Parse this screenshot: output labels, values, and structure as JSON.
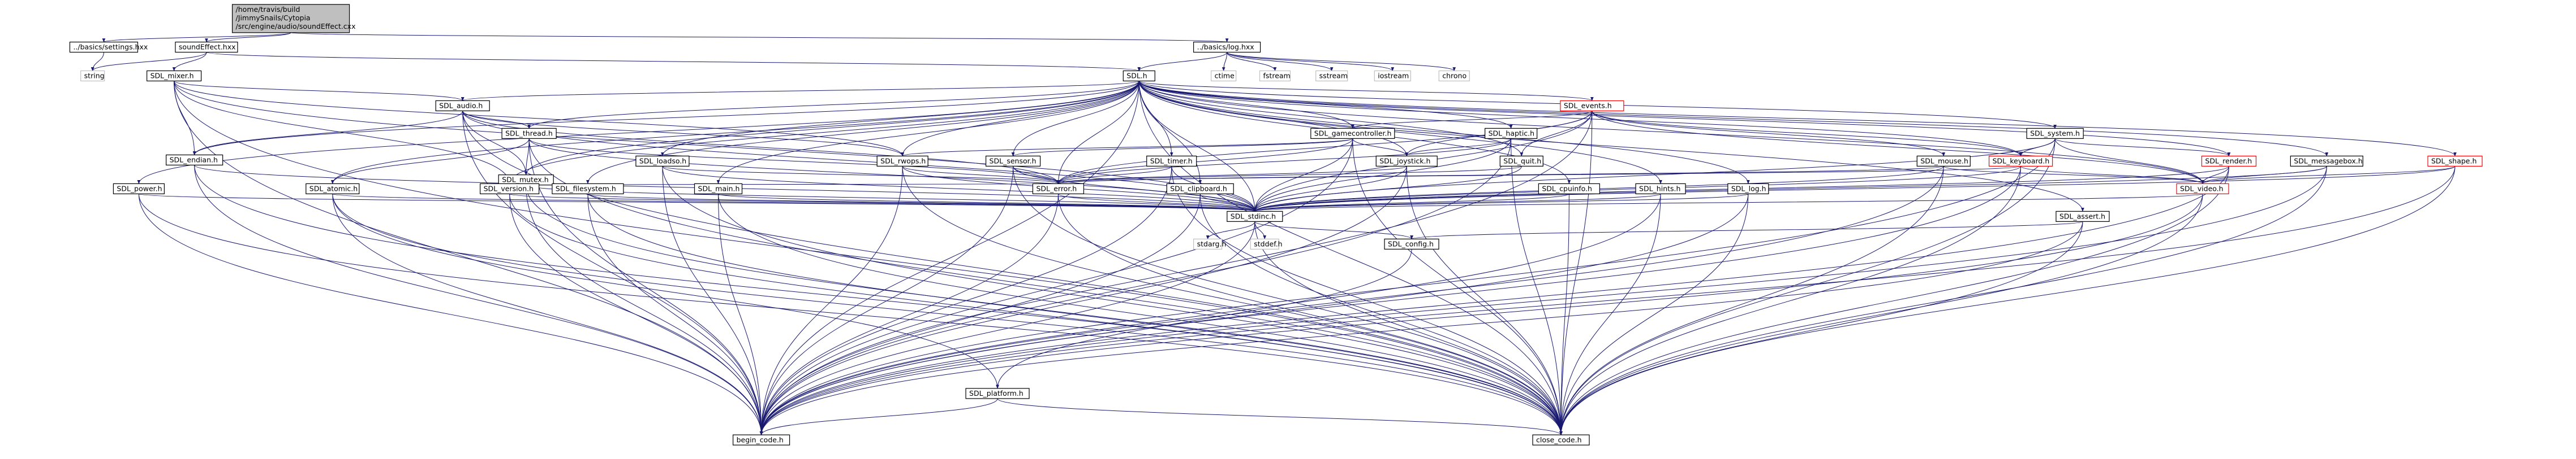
{
  "colors": {
    "edge": "#191970",
    "root_fill": "#bfbfbf",
    "node_border": "#000000",
    "truncated_border": "#ff0000",
    "external_border": "#bfbfbf"
  },
  "nodes": {
    "root": {
      "label": "/home/travis/build/JimmySnails/Cytopia/src/engine/audio/soundEffect.cxx",
      "lines": [
        "/home/travis/build",
        "/JimmySnails/Cytopia",
        "/src/engine/audio/soundEffect.cxx"
      ],
      "kind": "root"
    },
    "settings_hxx": {
      "label": "../basics/settings.hxx",
      "kind": "file"
    },
    "soundeffect_hxx": {
      "label": "soundEffect.hxx",
      "kind": "file"
    },
    "log_hxx": {
      "label": "../basics/log.hxx",
      "kind": "file"
    },
    "string": {
      "label": "string",
      "kind": "external"
    },
    "sdl_mixer": {
      "label": "SDL_mixer.h",
      "kind": "file"
    },
    "sdl_h": {
      "label": "SDL.h",
      "kind": "file"
    },
    "ctime": {
      "label": "ctime",
      "kind": "external"
    },
    "fstream": {
      "label": "fstream",
      "kind": "external"
    },
    "sstream": {
      "label": "sstream",
      "kind": "external"
    },
    "iostream": {
      "label": "iostream",
      "kind": "external"
    },
    "chrono": {
      "label": "chrono",
      "kind": "external"
    },
    "sdl_audio": {
      "label": "SDL_audio.h",
      "kind": "file"
    },
    "sdl_endian": {
      "label": "SDL_endian.h",
      "kind": "file"
    },
    "sdl_thread": {
      "label": "SDL_thread.h",
      "kind": "file"
    },
    "sdl_mutex": {
      "label": "SDL_mutex.h",
      "kind": "file"
    },
    "sdl_atomic": {
      "label": "SDL_atomic.h",
      "kind": "file"
    },
    "sdl_power": {
      "label": "SDL_power.h",
      "kind": "file"
    },
    "sdl_version": {
      "label": "SDL_version.h",
      "kind": "file"
    },
    "sdl_filesystem": {
      "label": "SDL_filesystem.h",
      "kind": "file"
    },
    "sdl_loadso": {
      "label": "SDL_loadso.h",
      "kind": "file"
    },
    "sdl_main": {
      "label": "SDL_main.h",
      "kind": "file"
    },
    "sdl_rwops": {
      "label": "SDL_rwops.h",
      "kind": "file"
    },
    "sdl_sensor": {
      "label": "SDL_sensor.h",
      "kind": "file"
    },
    "sdl_error": {
      "label": "SDL_error.h",
      "kind": "file"
    },
    "sdl_timer": {
      "label": "SDL_timer.h",
      "kind": "file"
    },
    "sdl_clipboard": {
      "label": "SDL_clipboard.h",
      "kind": "file"
    },
    "sdl_gamecontroller": {
      "label": "SDL_gamecontroller.h",
      "kind": "file"
    },
    "sdl_haptic": {
      "label": "SDL_haptic.h",
      "kind": "file"
    },
    "sdl_joystick": {
      "label": "SDL_joystick.h",
      "kind": "file"
    },
    "sdl_cpuinfo": {
      "label": "SDL_cpuinfo.h",
      "kind": "file"
    },
    "sdl_hints": {
      "label": "SDL_hints.h",
      "kind": "file"
    },
    "sdl_log": {
      "label": "SDL_log.h",
      "kind": "file"
    },
    "sdl_quit": {
      "label": "SDL_quit.h",
      "kind": "file"
    },
    "sdl_events": {
      "label": "SDL_events.h",
      "kind": "truncated"
    },
    "sdl_mouse": {
      "label": "SDL_mouse.h",
      "kind": "file"
    },
    "sdl_system": {
      "label": "SDL_system.h",
      "kind": "file"
    },
    "sdl_keyboard": {
      "label": "SDL_keyboard.h",
      "kind": "truncated"
    },
    "sdl_render": {
      "label": "SDL_render.h",
      "kind": "truncated"
    },
    "sdl_video": {
      "label": "SDL_video.h",
      "kind": "truncated"
    },
    "sdl_messagebox": {
      "label": "SDL_messagebox.h",
      "kind": "file"
    },
    "sdl_shape": {
      "label": "SDL_shape.h",
      "kind": "truncated"
    },
    "sdl_assert": {
      "label": "SDL_assert.h",
      "kind": "file"
    },
    "sdl_stdinc": {
      "label": "SDL_stdinc.h",
      "kind": "file"
    },
    "stdarg": {
      "label": "stdarg.h",
      "kind": "external"
    },
    "stddef": {
      "label": "stddef.h",
      "kind": "external"
    },
    "sdl_config": {
      "label": "SDL_config.h",
      "kind": "file"
    },
    "sdl_platform": {
      "label": "SDL_platform.h",
      "kind": "file"
    },
    "begin_code": {
      "label": "begin_code.h",
      "kind": "file"
    },
    "close_code": {
      "label": "close_code.h",
      "kind": "file"
    }
  },
  "edges": [
    [
      "root",
      "settings_hxx"
    ],
    [
      "root",
      "soundeffect_hxx"
    ],
    [
      "root",
      "log_hxx"
    ],
    [
      "settings_hxx",
      "string"
    ],
    [
      "soundeffect_hxx",
      "string"
    ],
    [
      "soundeffect_hxx",
      "sdl_mixer"
    ],
    [
      "soundeffect_hxx",
      "sdl_h"
    ],
    [
      "log_hxx",
      "sdl_h"
    ],
    [
      "log_hxx",
      "ctime"
    ],
    [
      "log_hxx",
      "fstream"
    ],
    [
      "log_hxx",
      "sstream"
    ],
    [
      "log_hxx",
      "iostream"
    ],
    [
      "log_hxx",
      "chrono"
    ],
    [
      "sdl_mixer",
      "sdl_audio"
    ],
    [
      "sdl_mixer",
      "sdl_endian"
    ],
    [
      "sdl_mixer",
      "sdl_rwops"
    ],
    [
      "sdl_mixer",
      "sdl_version"
    ],
    [
      "sdl_mixer",
      "sdl_stdinc"
    ],
    [
      "sdl_mixer",
      "begin_code"
    ],
    [
      "sdl_mixer",
      "close_code"
    ],
    [
      "sdl_h",
      "sdl_audio"
    ],
    [
      "sdl_h",
      "sdl_endian"
    ],
    [
      "sdl_h",
      "sdl_thread"
    ],
    [
      "sdl_h",
      "sdl_mutex"
    ],
    [
      "sdl_h",
      "sdl_atomic"
    ],
    [
      "sdl_h",
      "sdl_power"
    ],
    [
      "sdl_h",
      "sdl_version"
    ],
    [
      "sdl_h",
      "sdl_filesystem"
    ],
    [
      "sdl_h",
      "sdl_loadso"
    ],
    [
      "sdl_h",
      "sdl_main"
    ],
    [
      "sdl_h",
      "sdl_rwops"
    ],
    [
      "sdl_h",
      "sdl_sensor"
    ],
    [
      "sdl_h",
      "sdl_error"
    ],
    [
      "sdl_h",
      "sdl_timer"
    ],
    [
      "sdl_h",
      "sdl_clipboard"
    ],
    [
      "sdl_h",
      "sdl_gamecontroller"
    ],
    [
      "sdl_h",
      "sdl_haptic"
    ],
    [
      "sdl_h",
      "sdl_joystick"
    ],
    [
      "sdl_h",
      "sdl_cpuinfo"
    ],
    [
      "sdl_h",
      "sdl_hints"
    ],
    [
      "sdl_h",
      "sdl_log"
    ],
    [
      "sdl_h",
      "sdl_quit"
    ],
    [
      "sdl_h",
      "sdl_events"
    ],
    [
      "sdl_h",
      "sdl_system"
    ],
    [
      "sdl_h",
      "sdl_keyboard"
    ],
    [
      "sdl_h",
      "sdl_render"
    ],
    [
      "sdl_h",
      "sdl_video"
    ],
    [
      "sdl_h",
      "sdl_messagebox"
    ],
    [
      "sdl_h",
      "sdl_shape"
    ],
    [
      "sdl_h",
      "sdl_assert"
    ],
    [
      "sdl_h",
      "sdl_stdinc"
    ],
    [
      "sdl_h",
      "begin_code"
    ],
    [
      "sdl_h",
      "close_code"
    ],
    [
      "sdl_audio",
      "sdl_endian"
    ],
    [
      "sdl_audio",
      "sdl_thread"
    ],
    [
      "sdl_audio",
      "sdl_mutex"
    ],
    [
      "sdl_audio",
      "sdl_rwops"
    ],
    [
      "sdl_audio",
      "sdl_error"
    ],
    [
      "sdl_audio",
      "sdl_stdinc"
    ],
    [
      "sdl_audio",
      "begin_code"
    ],
    [
      "sdl_audio",
      "close_code"
    ],
    [
      "sdl_endian",
      "sdl_stdinc"
    ],
    [
      "sdl_endian",
      "begin_code"
    ],
    [
      "sdl_endian",
      "close_code"
    ],
    [
      "sdl_thread",
      "sdl_mutex"
    ],
    [
      "sdl_thread",
      "sdl_atomic"
    ],
    [
      "sdl_thread",
      "sdl_error"
    ],
    [
      "sdl_thread",
      "sdl_stdinc"
    ],
    [
      "sdl_thread",
      "begin_code"
    ],
    [
      "sdl_thread",
      "close_code"
    ],
    [
      "sdl_mutex",
      "sdl_error"
    ],
    [
      "sdl_mutex",
      "sdl_stdinc"
    ],
    [
      "sdl_mutex",
      "begin_code"
    ],
    [
      "sdl_mutex",
      "close_code"
    ],
    [
      "sdl_atomic",
      "sdl_stdinc"
    ],
    [
      "sdl_atomic",
      "sdl_platform"
    ],
    [
      "sdl_atomic",
      "begin_code"
    ],
    [
      "sdl_atomic",
      "close_code"
    ],
    [
      "sdl_power",
      "sdl_stdinc"
    ],
    [
      "sdl_power",
      "begin_code"
    ],
    [
      "sdl_power",
      "close_code"
    ],
    [
      "sdl_version",
      "sdl_stdinc"
    ],
    [
      "sdl_version",
      "begin_code"
    ],
    [
      "sdl_version",
      "close_code"
    ],
    [
      "sdl_filesystem",
      "sdl_stdinc"
    ],
    [
      "sdl_filesystem",
      "begin_code"
    ],
    [
      "sdl_filesystem",
      "close_code"
    ],
    [
      "sdl_loadso",
      "sdl_error"
    ],
    [
      "sdl_loadso",
      "sdl_stdinc"
    ],
    [
      "sdl_loadso",
      "begin_code"
    ],
    [
      "sdl_loadso",
      "close_code"
    ],
    [
      "sdl_main",
      "sdl_stdinc"
    ],
    [
      "sdl_main",
      "begin_code"
    ],
    [
      "sdl_main",
      "close_code"
    ],
    [
      "sdl_rwops",
      "sdl_error"
    ],
    [
      "sdl_rwops",
      "sdl_stdinc"
    ],
    [
      "sdl_rwops",
      "begin_code"
    ],
    [
      "sdl_rwops",
      "close_code"
    ],
    [
      "sdl_sensor",
      "sdl_error"
    ],
    [
      "sdl_sensor",
      "sdl_stdinc"
    ],
    [
      "sdl_sensor",
      "begin_code"
    ],
    [
      "sdl_sensor",
      "close_code"
    ],
    [
      "sdl_error",
      "sdl_stdinc"
    ],
    [
      "sdl_error",
      "begin_code"
    ],
    [
      "sdl_error",
      "close_code"
    ],
    [
      "sdl_timer",
      "sdl_error"
    ],
    [
      "sdl_timer",
      "sdl_stdinc"
    ],
    [
      "sdl_timer",
      "begin_code"
    ],
    [
      "sdl_timer",
      "close_code"
    ],
    [
      "sdl_clipboard",
      "sdl_stdinc"
    ],
    [
      "sdl_clipboard",
      "begin_code"
    ],
    [
      "sdl_clipboard",
      "close_code"
    ],
    [
      "sdl_gamecontroller",
      "sdl_rwops"
    ],
    [
      "sdl_gamecontroller",
      "sdl_error"
    ],
    [
      "sdl_gamecontroller",
      "sdl_joystick"
    ],
    [
      "sdl_gamecontroller",
      "sdl_sensor"
    ],
    [
      "sdl_gamecontroller",
      "sdl_stdinc"
    ],
    [
      "sdl_gamecontroller",
      "begin_code"
    ],
    [
      "sdl_gamecontroller",
      "close_code"
    ],
    [
      "sdl_haptic",
      "sdl_error"
    ],
    [
      "sdl_haptic",
      "sdl_joystick"
    ],
    [
      "sdl_haptic",
      "sdl_stdinc"
    ],
    [
      "sdl_haptic",
      "begin_code"
    ],
    [
      "sdl_haptic",
      "close_code"
    ],
    [
      "sdl_joystick",
      "sdl_error"
    ],
    [
      "sdl_joystick",
      "sdl_stdinc"
    ],
    [
      "sdl_joystick",
      "begin_code"
    ],
    [
      "sdl_joystick",
      "close_code"
    ],
    [
      "sdl_cpuinfo",
      "sdl_stdinc"
    ],
    [
      "sdl_cpuinfo",
      "close_code"
    ],
    [
      "sdl_hints",
      "sdl_stdinc"
    ],
    [
      "sdl_hints",
      "begin_code"
    ],
    [
      "sdl_hints",
      "close_code"
    ],
    [
      "sdl_log",
      "sdl_stdinc"
    ],
    [
      "sdl_log",
      "begin_code"
    ],
    [
      "sdl_log",
      "close_code"
    ],
    [
      "sdl_quit",
      "sdl_error"
    ],
    [
      "sdl_quit",
      "sdl_stdinc"
    ],
    [
      "sdl_events",
      "sdl_error"
    ],
    [
      "sdl_events",
      "sdl_video"
    ],
    [
      "sdl_events",
      "sdl_keyboard"
    ],
    [
      "sdl_events",
      "sdl_mouse"
    ],
    [
      "sdl_events",
      "sdl_joystick"
    ],
    [
      "sdl_events",
      "sdl_gamecontroller"
    ],
    [
      "sdl_events",
      "sdl_quit"
    ],
    [
      "sdl_events",
      "sdl_stdinc"
    ],
    [
      "sdl_events",
      "begin_code"
    ],
    [
      "sdl_events",
      "close_code"
    ],
    [
      "sdl_mouse",
      "sdl_error"
    ],
    [
      "sdl_mouse",
      "sdl_video"
    ],
    [
      "sdl_mouse",
      "sdl_stdinc"
    ],
    [
      "sdl_mouse",
      "begin_code"
    ],
    [
      "sdl_mouse",
      "close_code"
    ],
    [
      "sdl_system",
      "sdl_keyboard"
    ],
    [
      "sdl_system",
      "sdl_render"
    ],
    [
      "sdl_system",
      "sdl_video"
    ],
    [
      "sdl_system",
      "sdl_stdinc"
    ],
    [
      "sdl_system",
      "begin_code"
    ],
    [
      "sdl_system",
      "close_code"
    ],
    [
      "sdl_keyboard",
      "sdl_error"
    ],
    [
      "sdl_keyboard",
      "sdl_video"
    ],
    [
      "sdl_keyboard",
      "sdl_stdinc"
    ],
    [
      "sdl_keyboard",
      "begin_code"
    ],
    [
      "sdl_keyboard",
      "close_code"
    ],
    [
      "sdl_render",
      "sdl_video"
    ],
    [
      "sdl_render",
      "sdl_stdinc"
    ],
    [
      "sdl_render",
      "begin_code"
    ],
    [
      "sdl_render",
      "close_code"
    ],
    [
      "sdl_video",
      "sdl_stdinc"
    ],
    [
      "sdl_video",
      "begin_code"
    ],
    [
      "sdl_video",
      "close_code"
    ],
    [
      "sdl_messagebox",
      "sdl_video"
    ],
    [
      "sdl_messagebox",
      "sdl_stdinc"
    ],
    [
      "sdl_messagebox",
      "begin_code"
    ],
    [
      "sdl_messagebox",
      "close_code"
    ],
    [
      "sdl_shape",
      "sdl_video"
    ],
    [
      "sdl_shape",
      "sdl_stdinc"
    ],
    [
      "sdl_shape",
      "begin_code"
    ],
    [
      "sdl_shape",
      "close_code"
    ],
    [
      "sdl_assert",
      "sdl_config"
    ],
    [
      "sdl_assert",
      "begin_code"
    ],
    [
      "sdl_assert",
      "close_code"
    ],
    [
      "sdl_stdinc",
      "sdl_config"
    ],
    [
      "sdl_stdinc",
      "stdarg"
    ],
    [
      "sdl_stdinc",
      "stddef"
    ],
    [
      "sdl_stdinc",
      "begin_code"
    ],
    [
      "sdl_stdinc",
      "close_code"
    ],
    [
      "sdl_config",
      "sdl_platform"
    ],
    [
      "sdl_platform",
      "begin_code"
    ],
    [
      "sdl_platform",
      "close_code"
    ]
  ]
}
